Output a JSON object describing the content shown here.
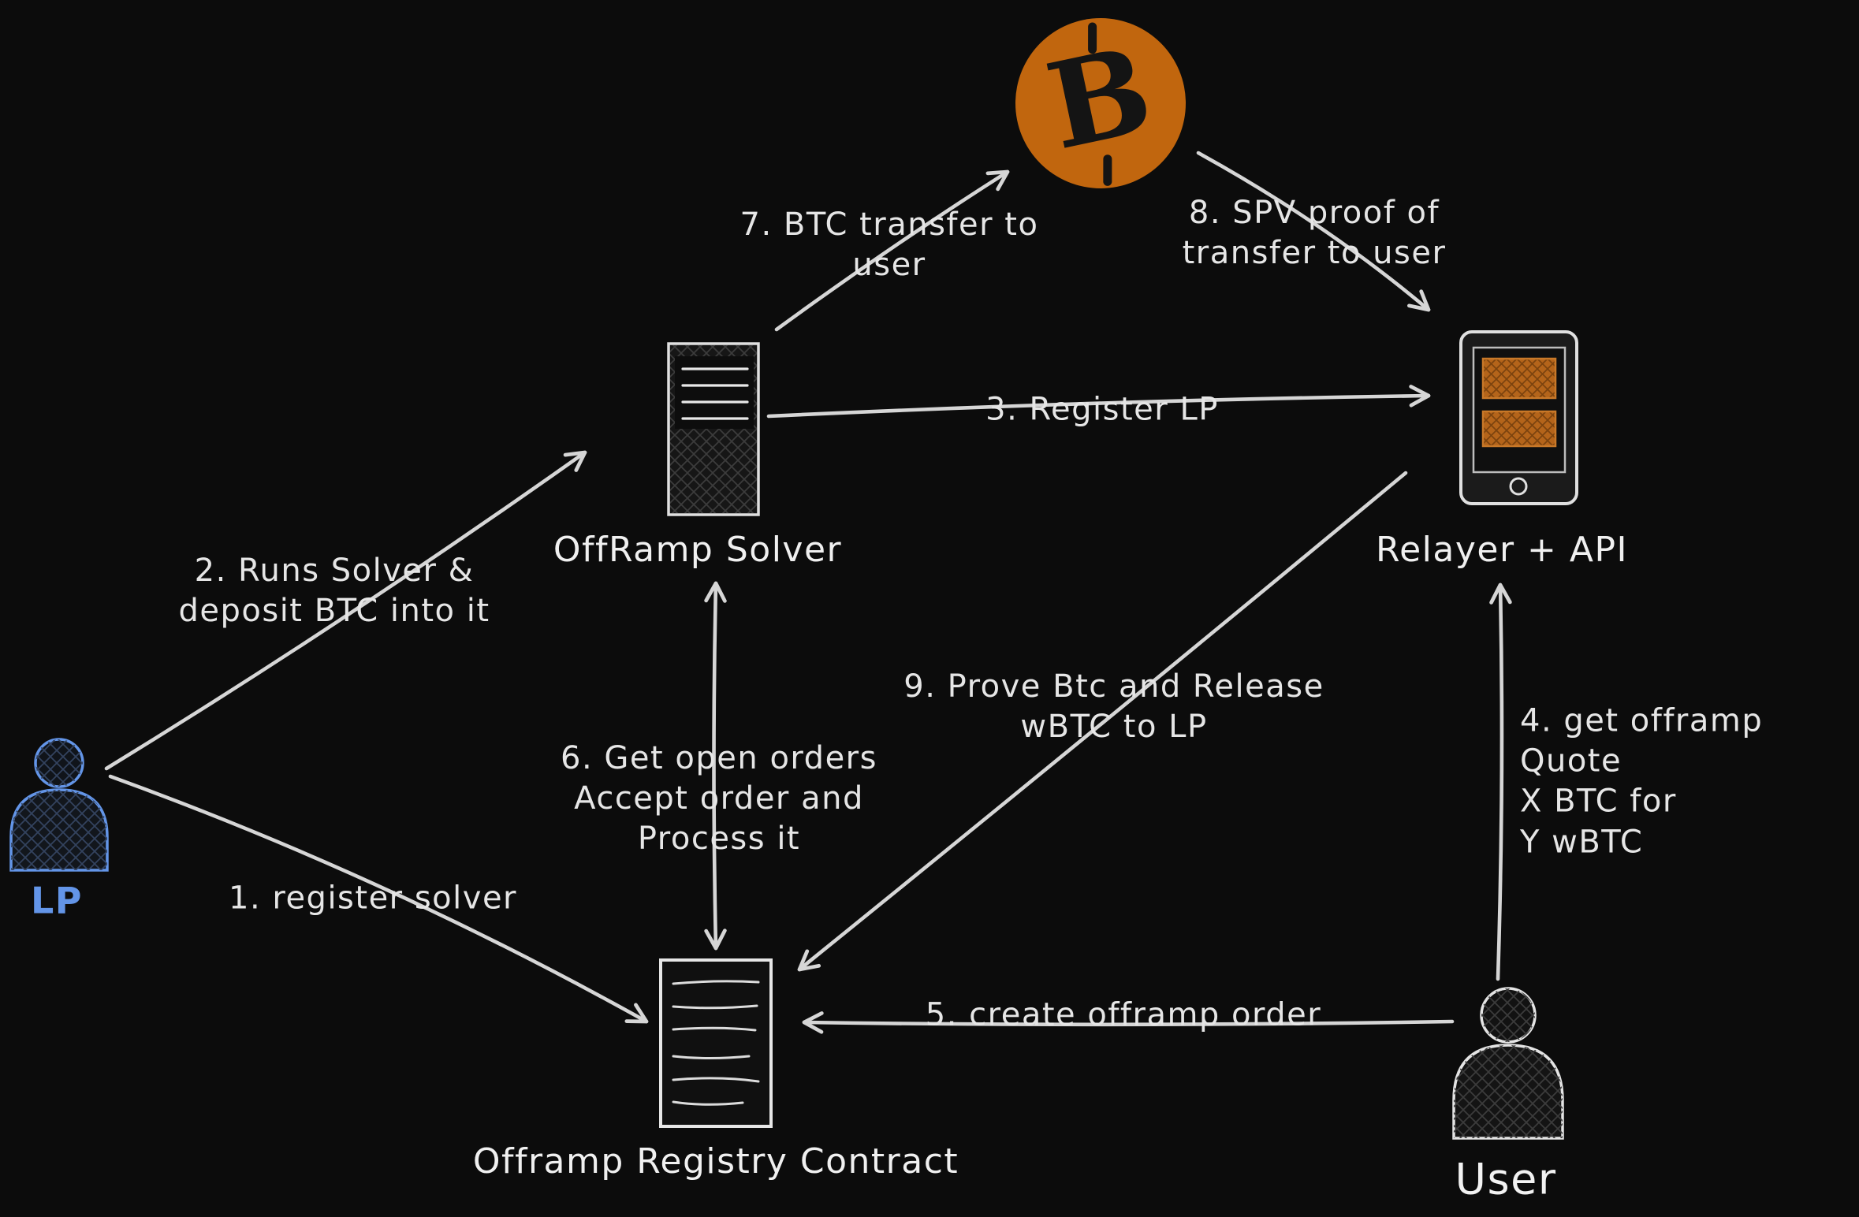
{
  "colors": {
    "background": "#0c0c0c",
    "line": "#d6d6d6",
    "bitcoin_orange": "#c1660e",
    "lp_blue": "#6395e8"
  },
  "nodes": {
    "bitcoin": {
      "symbol": "B"
    },
    "solver": {
      "label": "OffRamp Solver"
    },
    "relayer": {
      "label": "Relayer + API"
    },
    "registry": {
      "label": "Offramp Registry Contract"
    },
    "lp": {
      "label": "LP"
    },
    "user": {
      "label": "User"
    }
  },
  "edges": {
    "register_solver": {
      "label": "1. register solver"
    },
    "runs_solver": {
      "label": "2. Runs Solver &\ndeposit BTC into it"
    },
    "register_lp": {
      "label": "3. Register LP"
    },
    "get_quote": {
      "label": "4. get offramp Quote\nX BTC for\nY wBTC"
    },
    "create_order": {
      "label": "5. create offramp order"
    },
    "open_orders": {
      "label": "6. Get open orders\nAccept order and\nProcess it"
    },
    "btc_transfer": {
      "label": "7. BTC transfer to\nuser"
    },
    "spv_proof": {
      "label": "8. SPV proof of\ntransfer to user"
    },
    "prove_release": {
      "label": "9. Prove Btc and Release\nwBTC to LP"
    }
  }
}
